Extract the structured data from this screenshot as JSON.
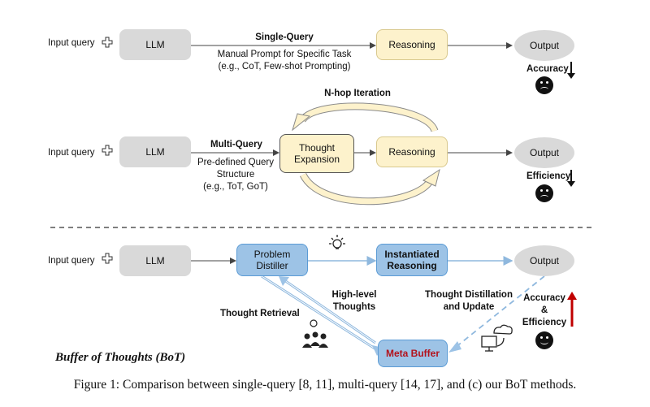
{
  "row1": {
    "input_label": "Input query",
    "llm": "LLM",
    "arrow_title": "Single-Query",
    "arrow_desc": [
      "Manual Prompt for Specific Task",
      "(e.g., CoT, Few-shot  Prompting)"
    ],
    "reasoning": "Reasoning",
    "output": "Output",
    "metric": "Accuracy"
  },
  "row2": {
    "input_label": "Input query",
    "llm": "LLM",
    "iteration_label": "N-hop Iteration",
    "arrow_title": "Multi-Query",
    "arrow_desc": [
      "Pre-defined Query",
      "Structure",
      "(e.g., ToT, GoT)"
    ],
    "thought_expansion": [
      "Thought",
      "Expansion"
    ],
    "reasoning": "Reasoning",
    "output": "Output",
    "metric": "Efficiency"
  },
  "row3": {
    "input_label": "Input query",
    "llm": "LLM",
    "problem_distiller": [
      "Problem",
      "Distiller"
    ],
    "instantiated_reasoning": [
      "Instantiated",
      "Reasoning"
    ],
    "output": "Output",
    "high_level": [
      "High-level",
      "Thoughts"
    ],
    "thought_retrieval": "Thought Retrieval",
    "distill_update": [
      "Thought Distillation",
      "and Update"
    ],
    "metric": [
      "Accuracy",
      "&",
      "Efficiency"
    ],
    "meta_buffer": "Meta Buffer",
    "title": "Buffer of Thoughts (BoT)"
  },
  "caption": "Figure 1: Comparison between single-query [8, 11], multi-query [14, 17], and (c) our BoT methods.",
  "icons": [
    "plus-outline-icon",
    "sad-face-icon",
    "down-arrow-icon",
    "lightbulb-icon",
    "people-idea-icon",
    "cloud-computer-icon",
    "happy-face-icon",
    "up-arrow-icon"
  ],
  "colors": {
    "blue_box": "#9dc3e6",
    "blue_arrow": "#9dc3e6",
    "yellow_box": "#fdf2cc",
    "gray_box": "#d9d9d9",
    "meta_text": "#b3121b",
    "up_arrow": "#c00000"
  }
}
